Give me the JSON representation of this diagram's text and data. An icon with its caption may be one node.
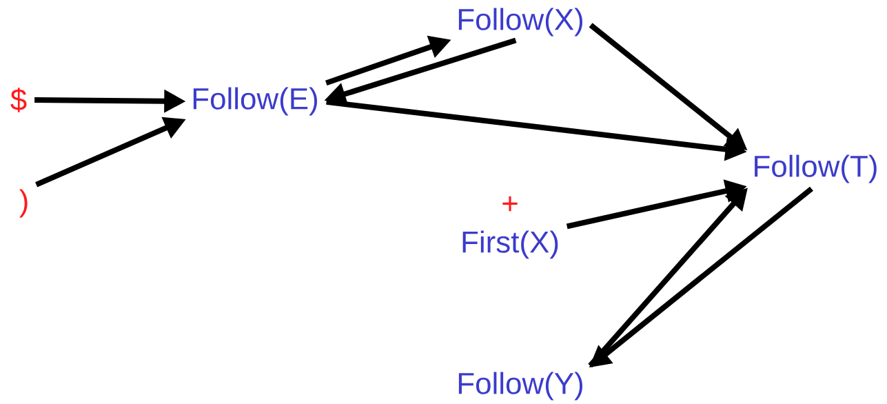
{
  "diagram": {
    "nodes": [
      {
        "text": [
          "$"
        ]
      },
      {
        "text": [
          ")"
        ]
      },
      {
        "text": [
          "Follow(E)"
        ]
      },
      {
        "text": [
          "Follow(X)"
        ]
      },
      {
        "text": [
          "Follow(T)"
        ]
      },
      {
        "text": [
          "+",
          "First(X)"
        ]
      },
      {
        "text": [
          "Follow(Y)"
        ]
      }
    ],
    "edges": [
      {
        "from": 0,
        "to": 2,
        "arrow": "to"
      },
      {
        "from": 1,
        "to": 2,
        "arrow": "to"
      },
      {
        "from": 2,
        "to": 3,
        "arrow": "to"
      },
      {
        "from": 3,
        "to": 2,
        "arrow": "to"
      },
      {
        "from": 2,
        "to": 4,
        "arrow": "to"
      },
      {
        "from": 3,
        "to": 4,
        "arrow": "to"
      },
      {
        "from": 5,
        "to": 4,
        "arrow": "to"
      },
      {
        "from": 4,
        "to": 6,
        "arrow": "to"
      },
      {
        "from": 6,
        "to": 4,
        "arrow": "to"
      }
    ]
  }
}
